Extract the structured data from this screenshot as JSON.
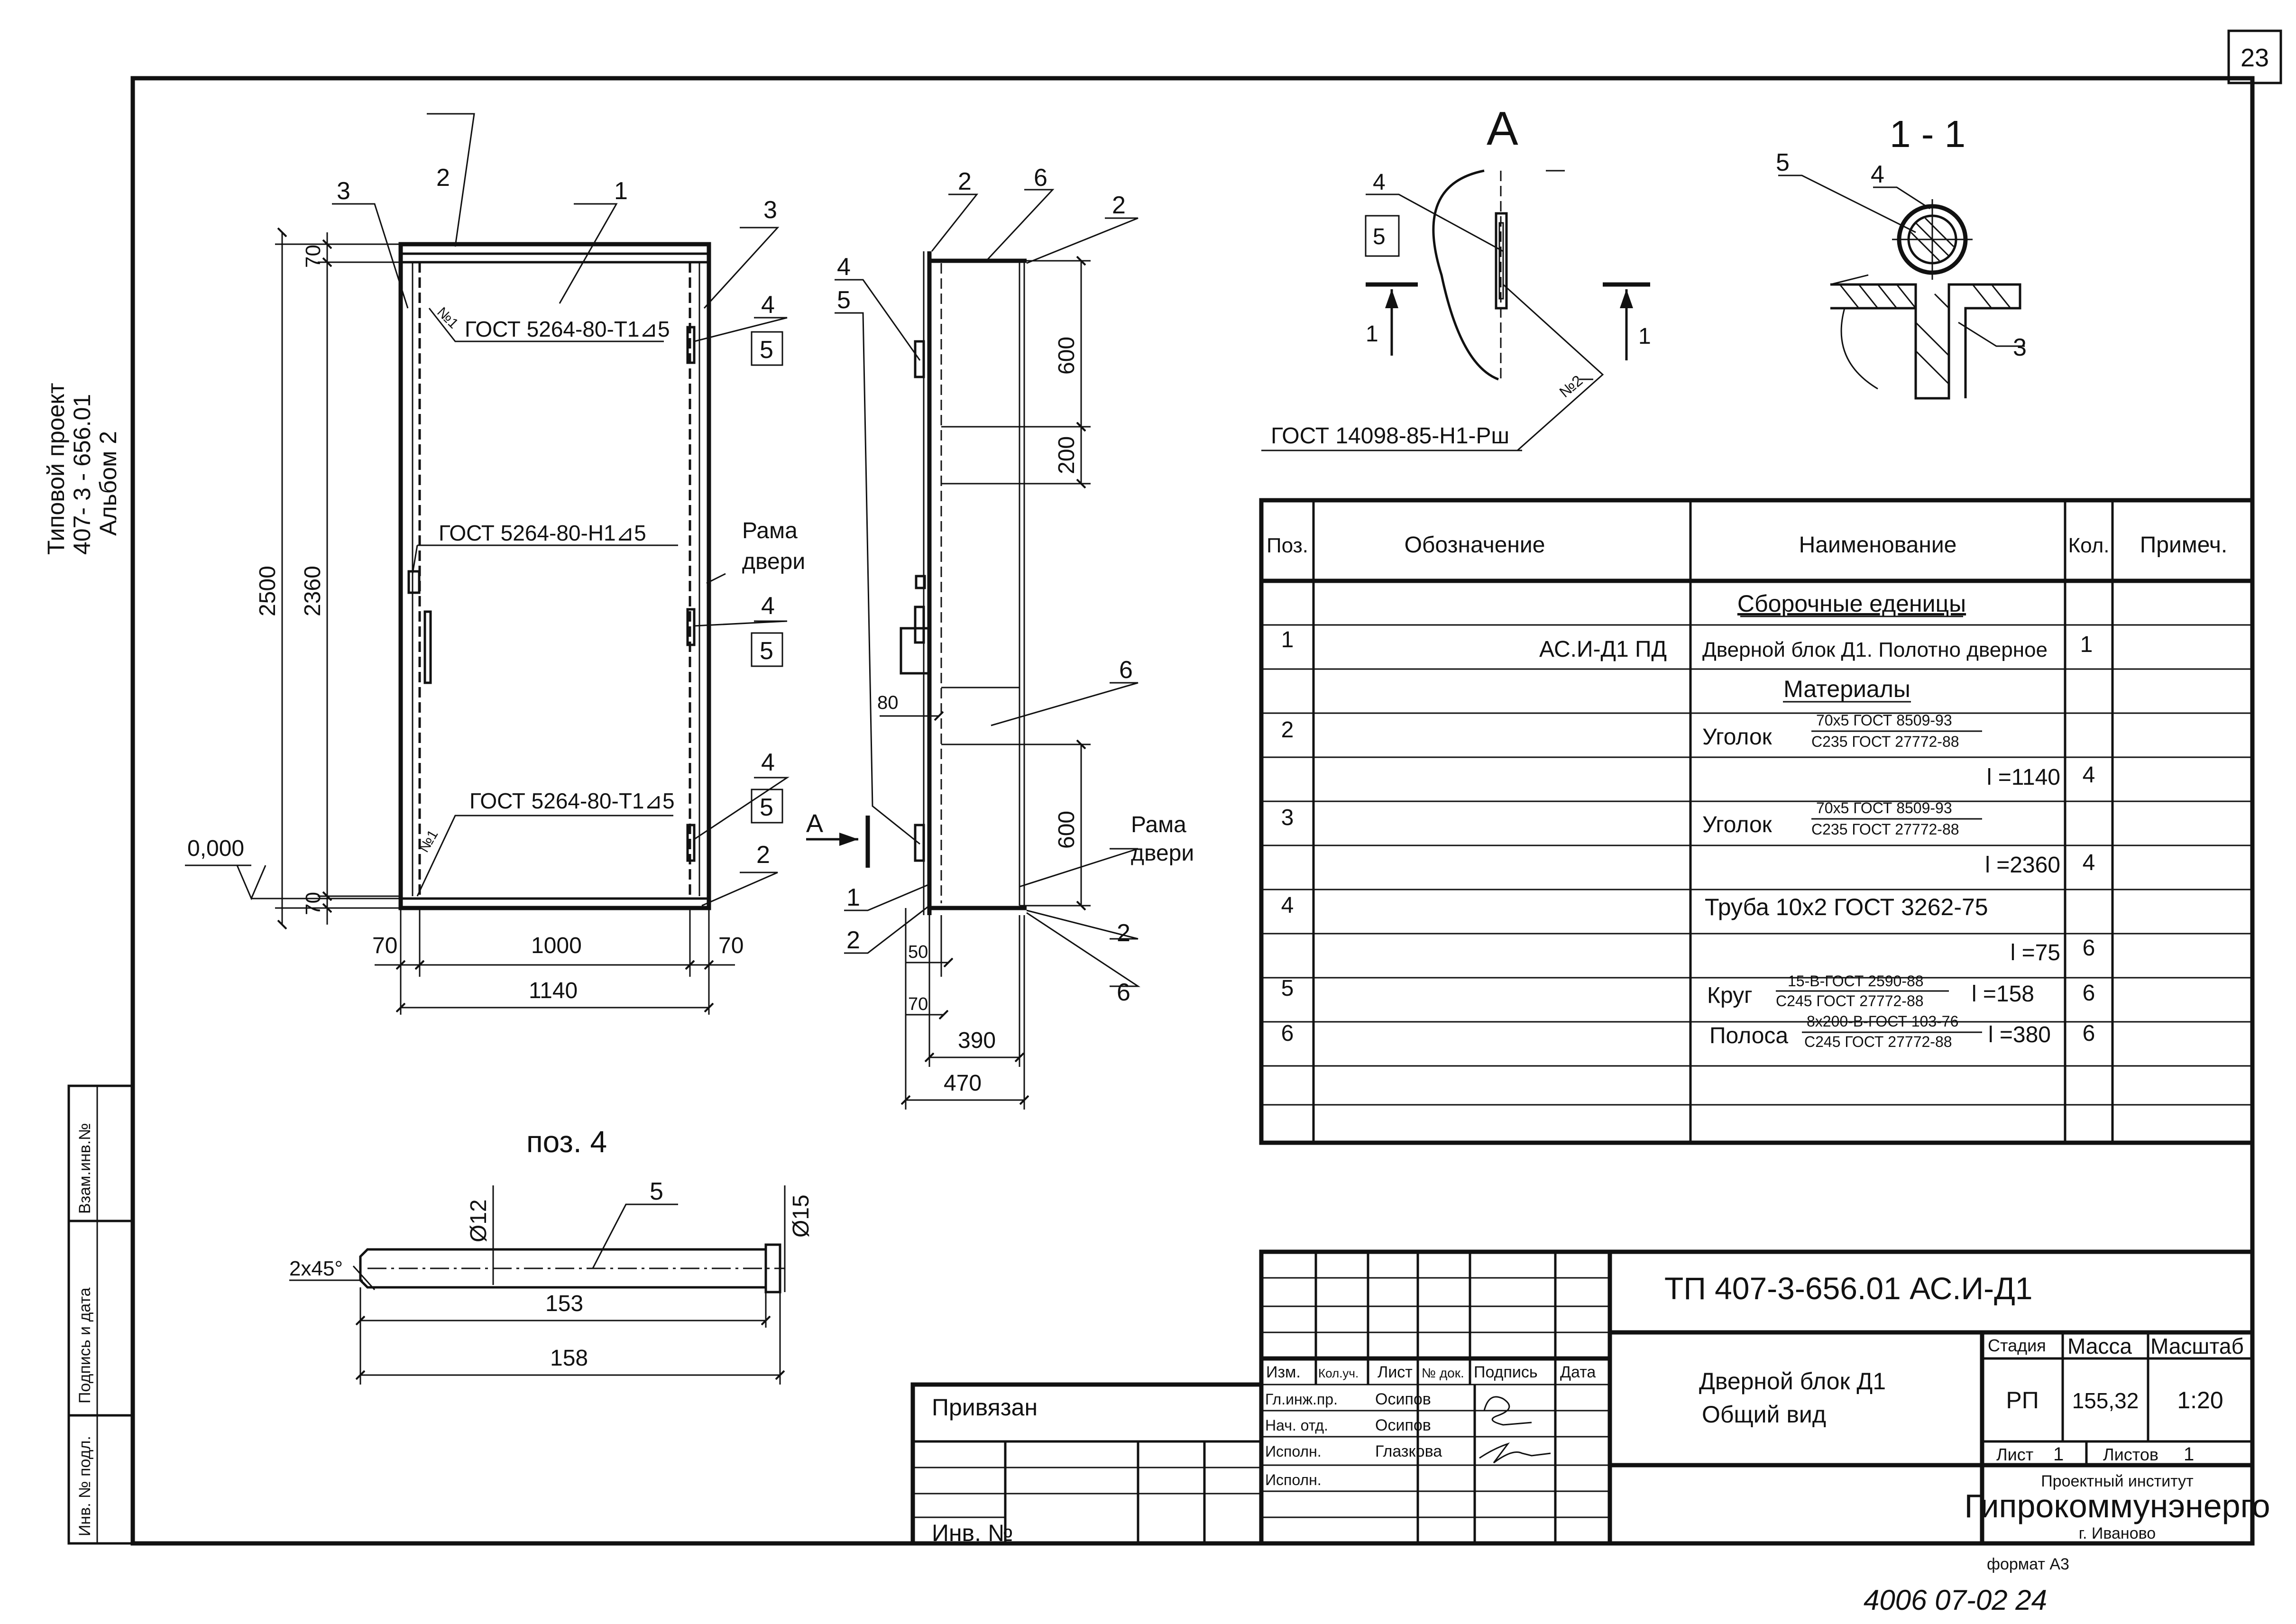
{
  "sheet": {
    "number": "23",
    "format": "формат А3",
    "handwritten": "4006 07-02 24"
  },
  "side_stamp": {
    "line1": "Типовой проект",
    "line2": "407- 3 - 656.01",
    "line3": "Альбом 2",
    "cells": [
      "Взам.инв.№",
      "Подпись и дата",
      "Инв. № подл."
    ]
  },
  "front_view": {
    "callouts": {
      "c1": "1",
      "c2": "2",
      "c3a": "3",
      "c3b": "3",
      "c4a": "4",
      "c5a": "5",
      "c4b": "4",
      "c5b": "5",
      "c4c": "4",
      "c5c": "5",
      "c2b": "2"
    },
    "weld_top": "ГОСТ 5264-80-Т1⊿5",
    "weld_mid": "ГОСТ 5264-80-Н1⊿5",
    "weld_bot": "ГОСТ 5264-80-Т1⊿5",
    "weld_no1_top": "№1",
    "weld_no1_bot": "№1",
    "frame_label_1": "Рама",
    "frame_label_2": "двери",
    "level": "0,000",
    "dims": {
      "d2500": "2500",
      "d2360": "2360",
      "d70t": "70",
      "d70b": "70",
      "d70l": "70",
      "d70r": "70",
      "d1000": "1000",
      "d1140": "1140"
    }
  },
  "side_view": {
    "callouts": {
      "c2": "2",
      "c6": "6",
      "c2r": "2",
      "c4": "4",
      "c5": "5",
      "c6m": "6",
      "c1": "1",
      "c2l": "2",
      "c2br": "2",
      "c6br": "6"
    },
    "frame_label_1": "Рама",
    "frame_label_2": "двери",
    "section_mark": "А",
    "dims": {
      "d600t": "600",
      "d200": "200",
      "d600b": "600",
      "d80": "80",
      "d50": "50",
      "d70": "70",
      "d390": "390",
      "d470": "470"
    }
  },
  "detail_A": {
    "title": "А",
    "callout_4": "4",
    "callout_5": "5",
    "cut_left": "1",
    "cut_right": "1",
    "weld_no2": "№2",
    "weld": "ГОСТ 14098-85-Н1-Рш"
  },
  "section_11": {
    "title": "1 - 1",
    "callout_5": "5",
    "callout_4": "4",
    "callout_3": "3"
  },
  "pos4": {
    "title": "поз. 4",
    "callout_5": "5",
    "chamfer": "2x45°",
    "dia12": "Ø12",
    "dia15": "Ø15",
    "d153": "153",
    "d158": "158"
  },
  "spec_table": {
    "headers": [
      "Поз.",
      "Обозначение",
      "Наименование",
      "Кол.",
      "Примеч."
    ],
    "section_assemblies": "Сборочные еденицы",
    "section_materials": "Материалы",
    "rows": [
      {
        "pos": "1",
        "designation": "АС.И-Д1 ПД",
        "name": "Дверной  блок Д1. Полотно дверное",
        "qty": "1"
      },
      {
        "pos": "2",
        "name": "Уголок",
        "frac_top": "70х5 ГОСТ 8509-93",
        "frac_bot": "С235 ГОСТ 27772-88",
        "length": "l =1140",
        "qty": "4"
      },
      {
        "pos": "3",
        "name": "Уголок",
        "frac_top": "70х5 ГОСТ 8509-93",
        "frac_bot": "С235 ГОСТ 27772-88",
        "length": "l =2360",
        "qty": "4"
      },
      {
        "pos": "4",
        "name": "Труба 10х2 ГОСТ 3262-75",
        "length": "l =75",
        "qty": "6"
      },
      {
        "pos": "5",
        "name": "Круг",
        "frac_top": "15-В-ГОСТ 2590-88",
        "frac_bot": "С245 ГОСТ 27772-88",
        "length": "l =158",
        "qty": "6"
      },
      {
        "pos": "6",
        "name": "Полоса",
        "frac_top": "8х200-В-ГОСТ 103-76",
        "frac_bot": "С245 ГОСТ 27772-88",
        "length": "l =380",
        "qty": "6"
      }
    ]
  },
  "title_block": {
    "code": "ТП   407-3-656.01   АС.И-Д1",
    "title_1": "Дверной блок Д1",
    "title_2": "Общий вид",
    "col_headers": [
      "Изм.",
      "Кол.уч.",
      "Лист",
      "№ док.",
      "Подпись",
      "Дата"
    ],
    "roles": [
      "Гл.инж.пр.",
      "Нач. отд.",
      "Исполн.",
      "Исполн."
    ],
    "names": [
      "Осипов",
      "Осипов",
      "Глазкова",
      ""
    ],
    "stage_label": "Стадия",
    "mass_label": "Масса",
    "scale_label": "Масштаб",
    "stage": "РП",
    "mass": "155,32",
    "scale": "1:20",
    "sheet_label": "Лист",
    "sheet_value": "1",
    "sheets_label": "Листов",
    "sheets_value": "1",
    "institute_1": "Проектный институт",
    "institute_2": "Гипрокоммунэнерго",
    "city": "г. Иваново",
    "bound_label": "Привязан",
    "inv_label": "Инв. №"
  }
}
